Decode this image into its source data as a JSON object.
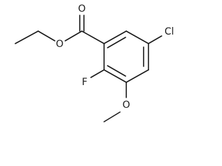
{
  "molecule": {
    "atoms": {
      "carbonyl_oxygen": "O",
      "ester_oxygen": "O",
      "fluorine": "F",
      "chlorine": "Cl",
      "methoxy_oxygen": "O"
    }
  }
}
